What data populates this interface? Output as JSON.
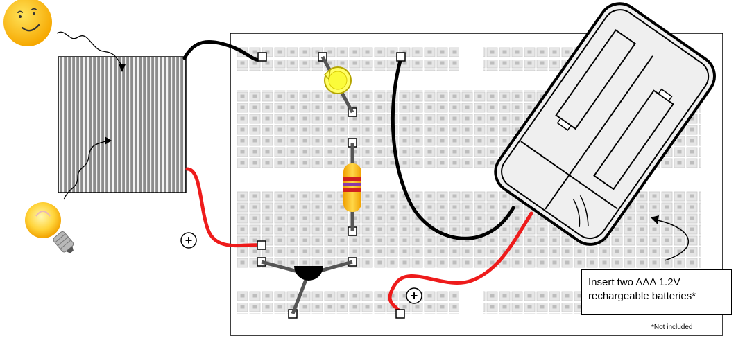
{
  "callout": {
    "line1": "Insert two AAA 1.2V",
    "line2": "rechargeable batteries*"
  },
  "footnote": "*Not included",
  "symbols": {
    "plus": "+"
  },
  "colors": {
    "wire_positive": "#ee1b1b",
    "wire_negative": "#000000",
    "led": "#ffff66",
    "resistor_body": "#ffc400",
    "sun": "#ffc80a",
    "breadboard_hole": "#d9d9d9",
    "solar_panel": "#7f7f7f"
  },
  "icons": [
    "sun-icon",
    "light-bulb-icon",
    "solar-panel",
    "breadboard",
    "led",
    "resistor",
    "transistor",
    "battery-holder",
    "plus-sign"
  ]
}
